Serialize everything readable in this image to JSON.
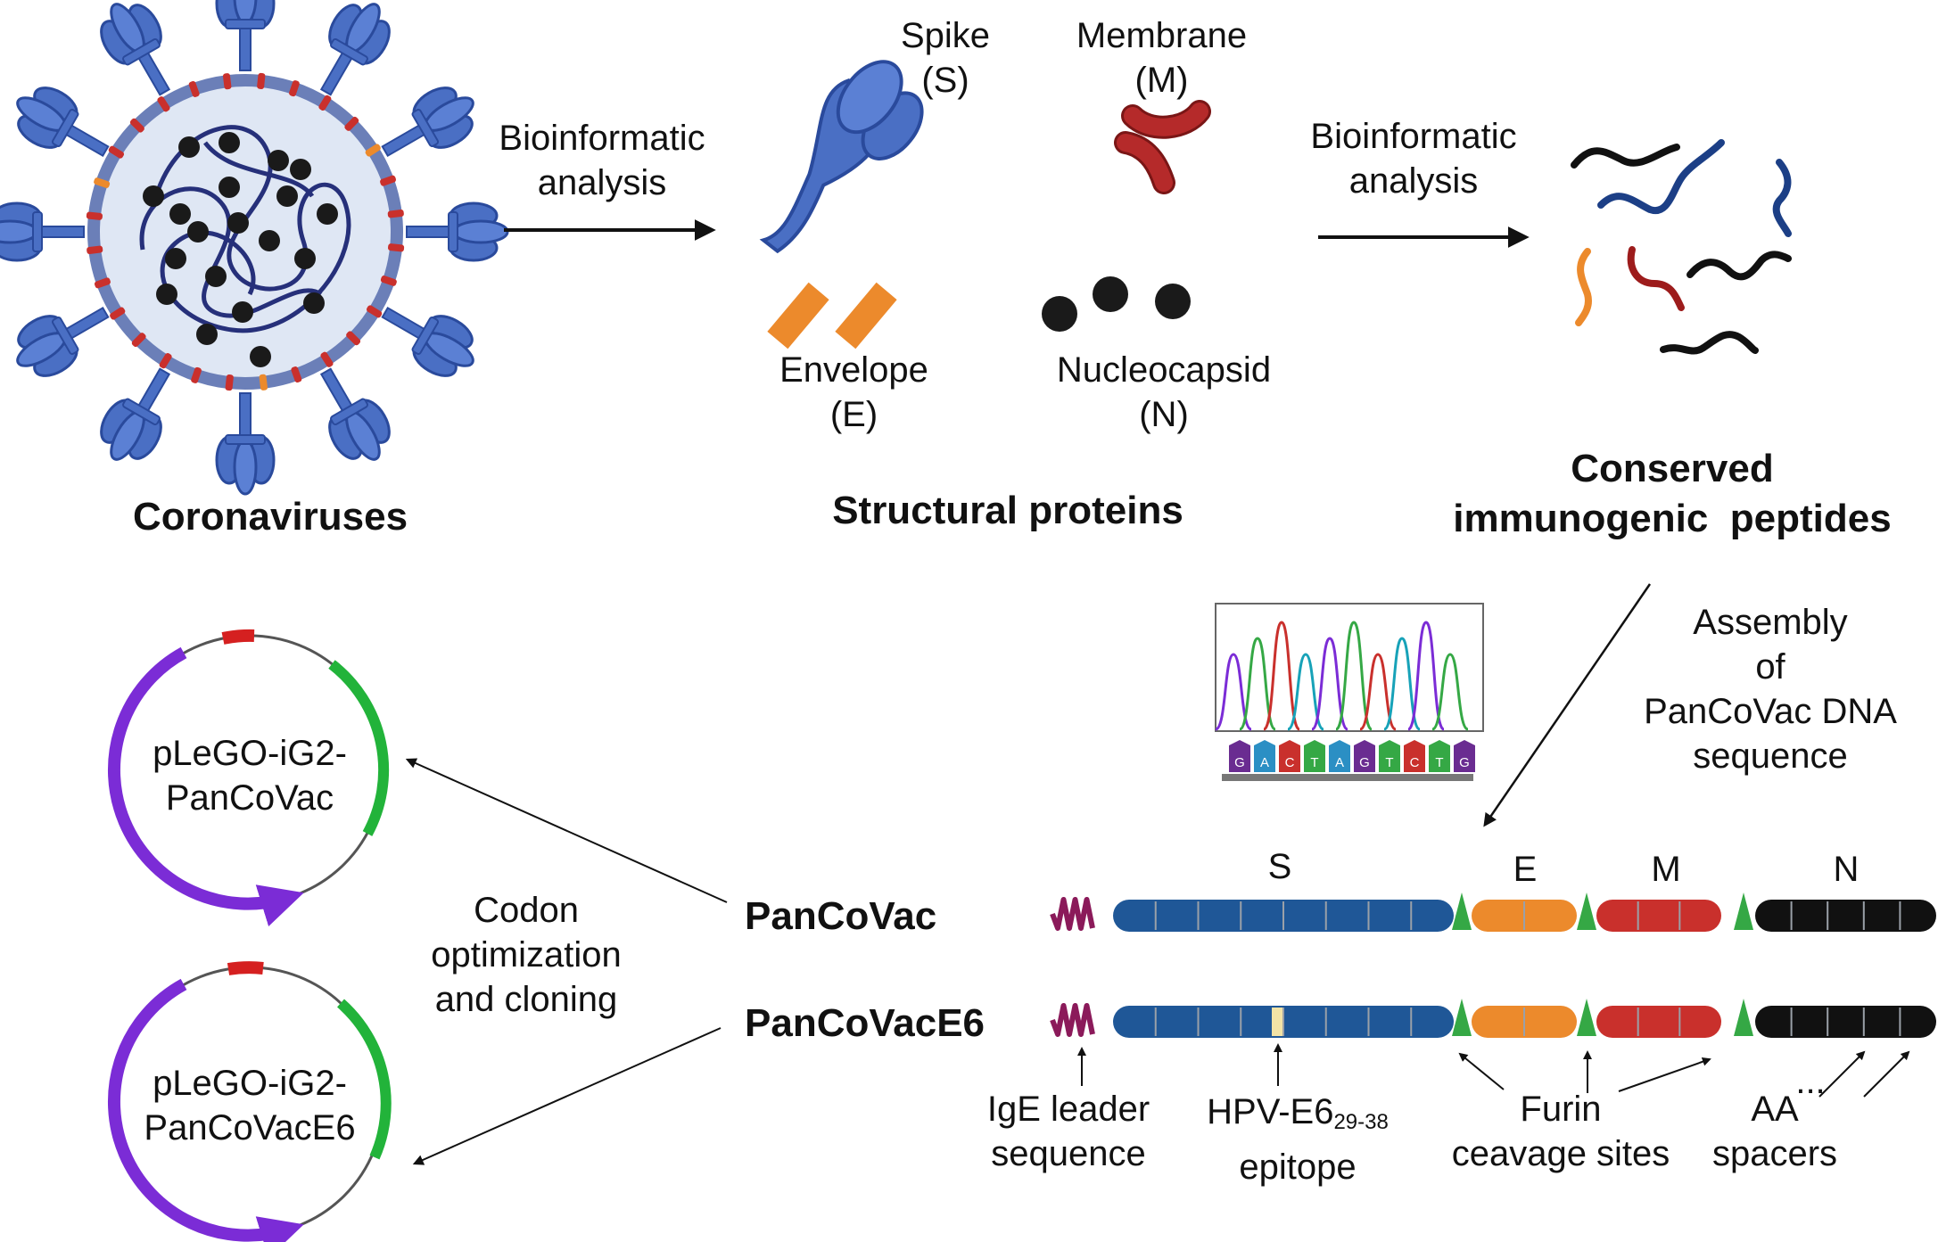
{
  "coronaviruses": "Coronaviruses",
  "bioinf_1": [
    "Bioinformatic",
    "analysis"
  ],
  "bioinf_2": [
    "Bioinformatic",
    "analysis"
  ],
  "spike": [
    "Spike",
    "(S)"
  ],
  "membrane": [
    "Membrane",
    "(M)"
  ],
  "envelope": [
    "Envelope",
    "(E)"
  ],
  "nucleocapsid": [
    "Nucleocapsid",
    "(N)"
  ],
  "structural_proteins": "Structural proteins",
  "conserved": [
    "Conserved",
    "immunogenic  peptides"
  ],
  "assembly": [
    "Assembly",
    "of",
    "PanCoVac DNA",
    "sequence"
  ],
  "sequencing_bases": [
    "G",
    "A",
    "C",
    "T",
    "A",
    "G",
    "T",
    "C",
    "T",
    "G"
  ],
  "plasmid_1": [
    "pLeGO-iG2-",
    "PanCoVac"
  ],
  "plasmid_2": [
    "pLeGO-iG2-",
    "PanCoVacE6"
  ],
  "codon": [
    "Codon",
    "optimization",
    "and cloning"
  ],
  "construct_1": "PanCoVac",
  "construct_2": "PanCoVacE6",
  "segments": {
    "s": "S",
    "e": "E",
    "m": "M",
    "n": "N"
  },
  "ige": [
    "IgE leader",
    "sequence"
  ],
  "hpv": {
    "main": "HPV-E6",
    "sub": "29-38",
    "line2": "epitope"
  },
  "furin": [
    "Furin",
    "ceavage sites"
  ],
  "aa": [
    "AA",
    "spacers"
  ],
  "ellipsis": "...",
  "colors": {
    "spike_blue": "#4a6fc4",
    "segment_blue": "#1f5797",
    "envelope_orange": "#ec8a2c",
    "membrane_red": "#c9302c",
    "furin_green": "#35a845",
    "ige_maroon": "#8b1a5a",
    "plasmid_purple": "#7b2cd6",
    "plasmid_green": "#22b33a",
    "plasmid_red": "#d52020",
    "epitope_cream": "#f2e3a6"
  }
}
